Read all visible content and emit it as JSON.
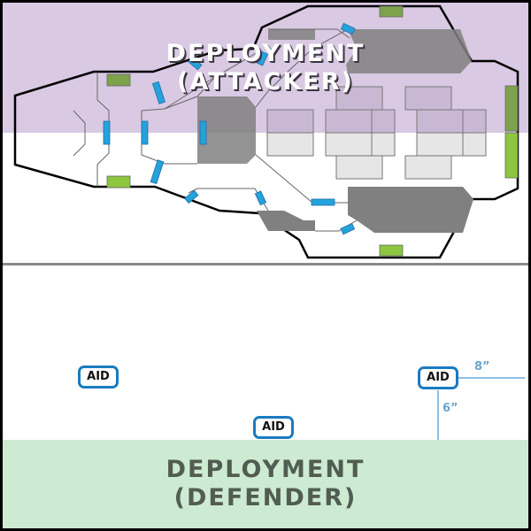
{
  "zones": {
    "attacker": {
      "line1": "DEPLOYMENT",
      "line2": "(ATTACKER)",
      "color": "#d9c9e3"
    },
    "defender": {
      "line1": "DEPLOYMENT",
      "line2": "(DEFENDER)",
      "color": "#cdebd2"
    }
  },
  "objectives": [
    {
      "label": "AID"
    },
    {
      "label": "AID"
    },
    {
      "label": "AID"
    }
  ],
  "measurements": {
    "horizontal": "8”",
    "vertical": "6”"
  },
  "colors": {
    "door": "#25a2dc",
    "hatch": "#8dc63f",
    "wall": "#808080",
    "marker_border": "#1a7bc1",
    "measure_line": "#8fbfe0"
  }
}
